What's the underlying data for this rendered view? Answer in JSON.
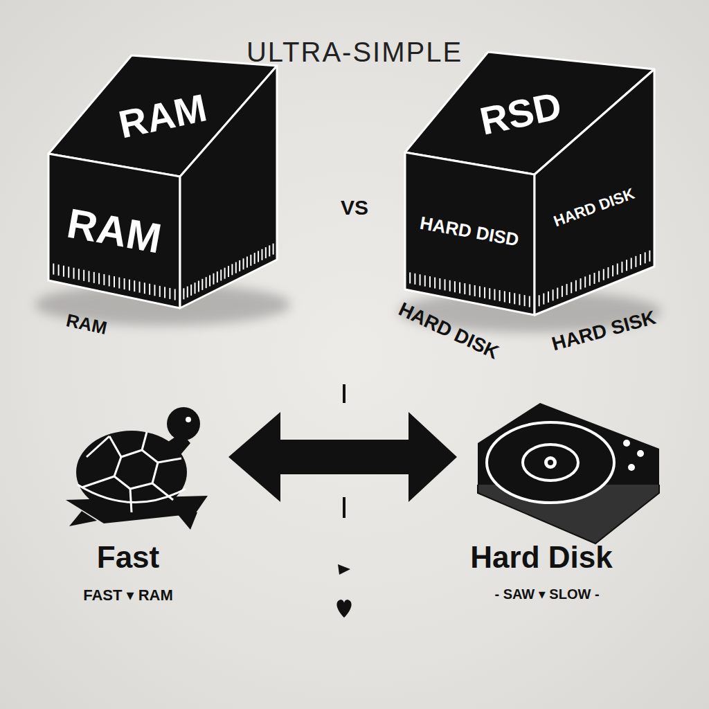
{
  "diagram": {
    "title": "ULTRA-SIMPLE",
    "nodes": [
      {
        "text": [
          "RAM",
          "RAM"
        ]
      },
      {
        "text": [
          "RSD",
          "HARD DISD",
          "HARD DISK"
        ]
      }
    ],
    "labels": [
      "VS",
      "RAM",
      "HARD DISK",
      "HARD SISK",
      "Fast",
      "FAST ▾ RAM",
      "Hard Disk",
      "- SAW ▾ SLOW -"
    ]
  }
}
